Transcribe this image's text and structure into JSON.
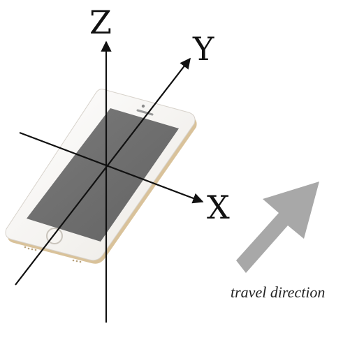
{
  "axes": {
    "z_label": "Z",
    "y_label": "Y",
    "x_label": "X"
  },
  "caption": "travel direction",
  "colors": {
    "axis": "#111111",
    "phone_body": "#f4f2ef",
    "phone_edge": "#d9c29a",
    "screen": "#707070",
    "arrow": "#a8a8a8"
  },
  "icons": [
    "smartphone-icon",
    "travel-direction-arrow-icon"
  ]
}
